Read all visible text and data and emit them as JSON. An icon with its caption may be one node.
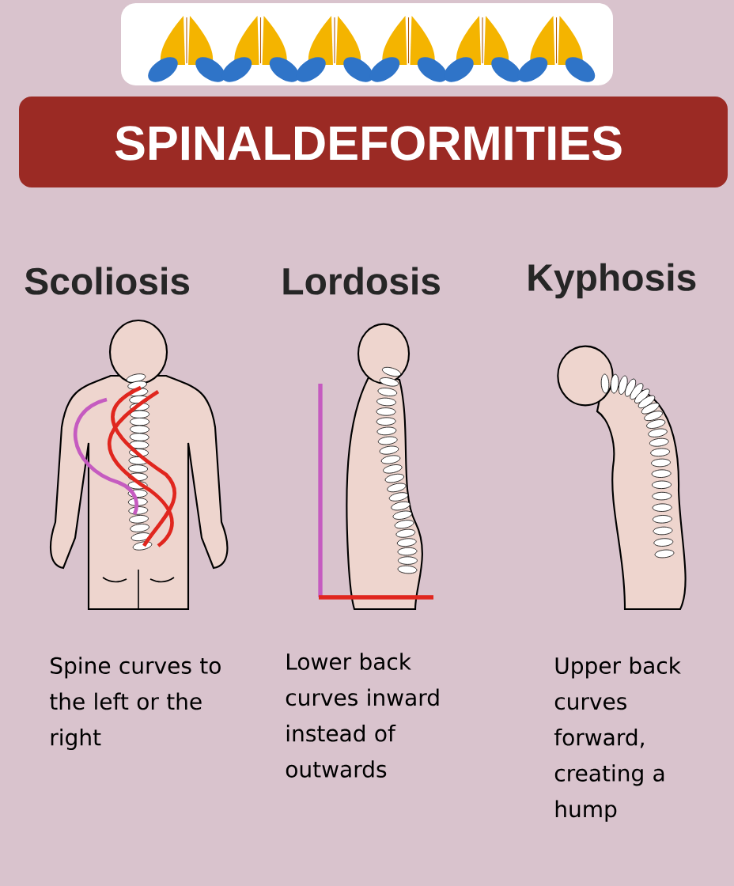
{
  "diagram": {
    "title": "SPINALDEFORMITIES",
    "labels": [
      "Scoliosis",
      "Lordosis",
      "Kyphosis",
      "Spine curves to the left or the right",
      "Lower back curves inward instead of outwards",
      "Upper back curves forward, creating a hump"
    ]
  }
}
